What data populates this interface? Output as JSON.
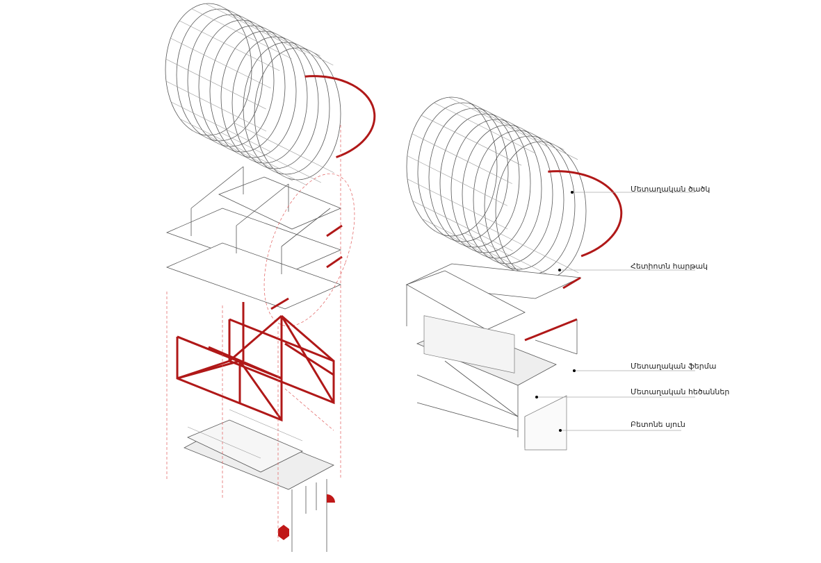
{
  "labels": [
    {
      "id": "roof",
      "text": "Մետաղական ծածկ"
    },
    {
      "id": "deck",
      "text": "Հետիոտն հարթակ"
    },
    {
      "id": "truss",
      "text": "Մետաղական ֆերմա"
    },
    {
      "id": "beams",
      "text": "Մետաղական հեծաններ"
    },
    {
      "id": "column",
      "text": "Բետոնե սյուն"
    }
  ],
  "colors": {
    "accent": "#b01818",
    "guide": "#e05a5a",
    "line": "#555555"
  }
}
